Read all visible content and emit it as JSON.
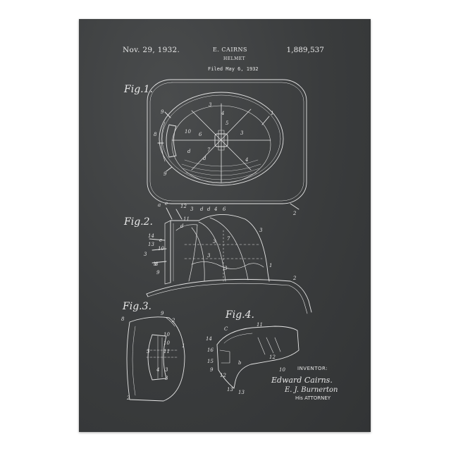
{
  "header": {
    "date": "Nov. 29, 1932.",
    "inventor": "E. CAIRNS",
    "patent_number": "1,889,537",
    "title": "HELMET",
    "filed": "Filed May 6, 1932"
  },
  "figures": [
    {
      "label": "Fig.1."
    },
    {
      "label": "Fig.2."
    },
    {
      "label": "Fig.3."
    },
    {
      "label": "Fig.4."
    }
  ],
  "signature": {
    "inventor_label": "INVENTOR:",
    "inventor_name": "Edward Cairns.",
    "attorney_name": "E. J. Burnerton",
    "attorney_label": "His ATTORNEY"
  },
  "colors": {
    "chalkboard": "#3b3d3e",
    "chalk": "#e8e8e8"
  }
}
